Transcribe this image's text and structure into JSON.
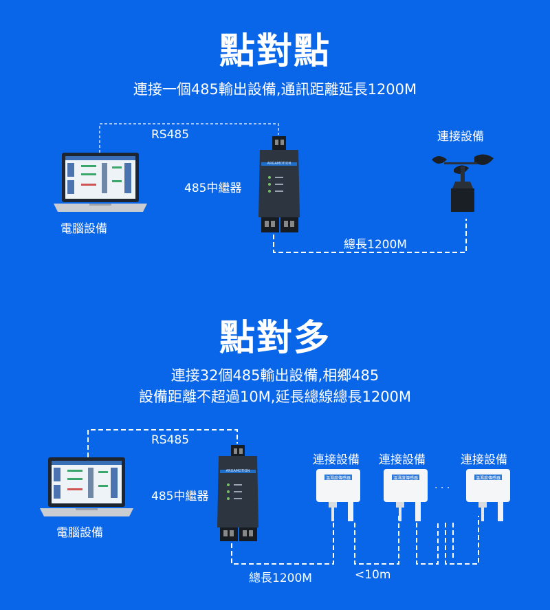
{
  "section1": {
    "title": "點對點",
    "subtitle": "連接一個485輸出設備,通訊距離延長1200M",
    "rs485_label": "RS485",
    "repeater_label": "485中繼器",
    "computer_label": "電腦設備",
    "device_label": "連接設備",
    "length_label": "總長1200M"
  },
  "section2": {
    "title": "點對多",
    "subtitle_line1": "連接32個485輸出設備,相鄉485",
    "subtitle_line2": "設備距離不超過10M,延長總線總長1200M",
    "rs485_label": "RS485",
    "repeater_label": "485中繼器",
    "computer_label": "電腦設備",
    "devices": [
      "連接設備",
      "連接設備",
      "連接設備"
    ],
    "ellipsis": "· · ·",
    "length_label": "總長1200M",
    "spacing_label": "<10m"
  },
  "repeater_brand": "ARGAMOTION",
  "sensor_panel_text": "溫濕度傳感器",
  "colors": {
    "background": "#0a66e8",
    "wire": "#ffffff",
    "device_dark": "#2c3540"
  }
}
